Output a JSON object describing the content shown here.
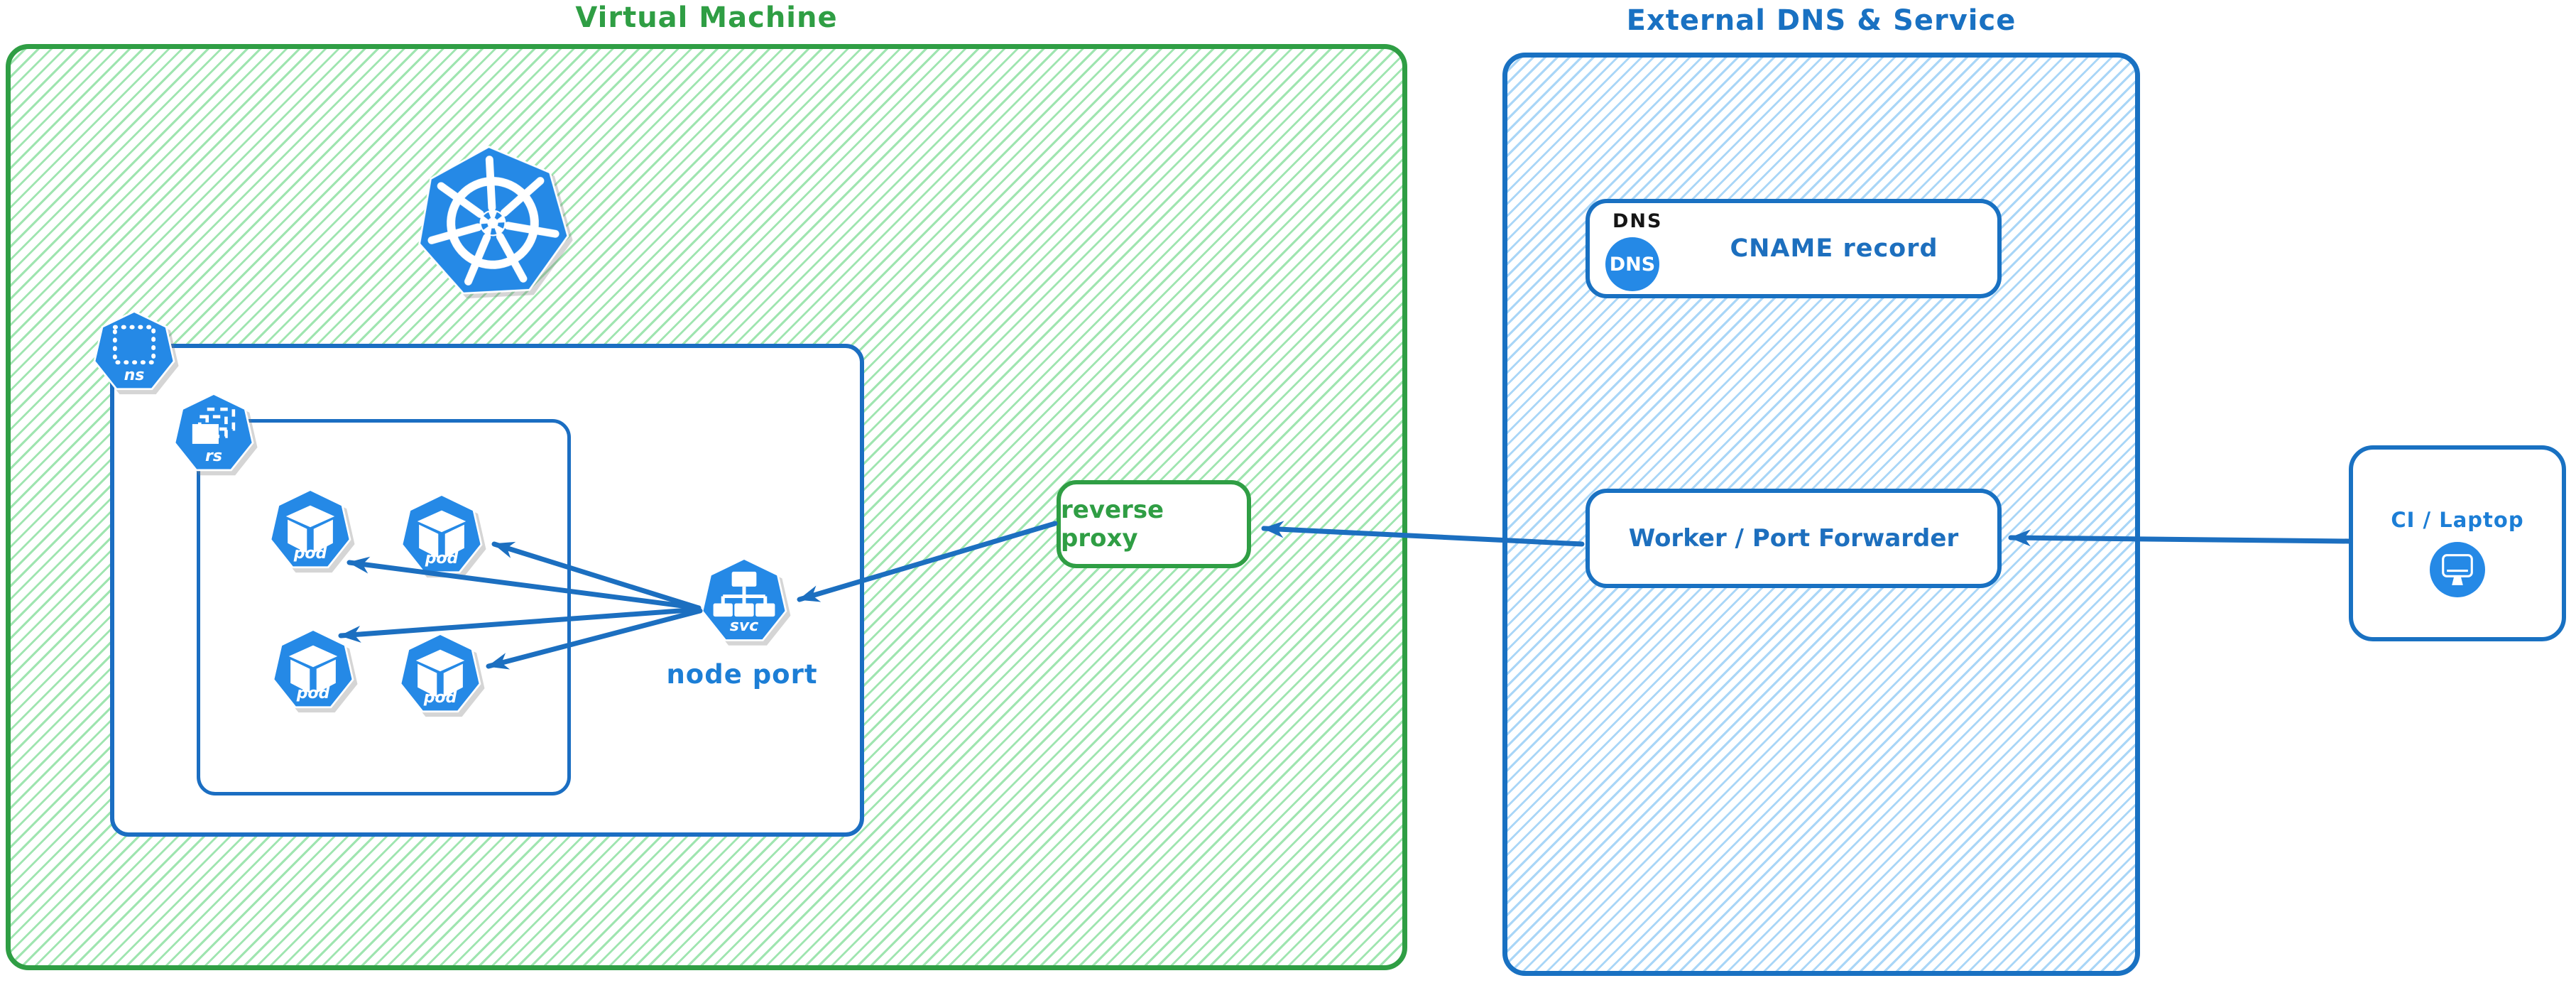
{
  "diagram": {
    "vm": {
      "title": "Virtual Machine"
    },
    "kubernetes": {
      "ns_label": "ns",
      "rs_label": "rs",
      "pods": [
        "pod",
        "pod",
        "pod",
        "pod"
      ],
      "svc_label": "svc",
      "node_port_label": "node port"
    },
    "reverse_proxy": {
      "label": "reverse proxy"
    },
    "external": {
      "title": "External DNS & Service",
      "dns_header": "DNS",
      "dns_icon_label": "DNS",
      "cname_label": "CNAME record",
      "worker_label": "Worker / Port Forwarder"
    },
    "ci": {
      "label": "CI / Laptop"
    },
    "colors": {
      "green_border": "#2f9e44",
      "green_hatch": "#9fe5b0",
      "blue_border": "#1971c2",
      "blue_hatch": "#a9d6f7",
      "icon_blue": "#2589e6",
      "arrow_blue": "#1c6fc0",
      "label_blue": "#1c7ed6"
    }
  }
}
